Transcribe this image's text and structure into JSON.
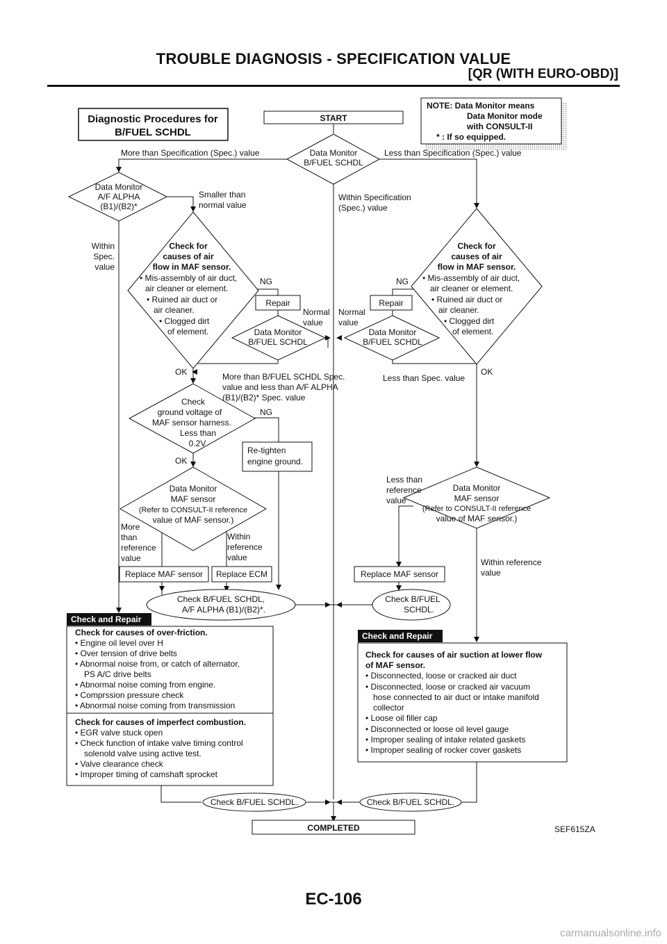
{
  "header": {
    "title": "TROUBLE DIAGNOSIS - SPECIFICATION VALUE",
    "subtitle": "[QR (WITH EURO-OBD)]"
  },
  "diagram": {
    "procedure_title": [
      "Diagnostic Procedures for",
      "B/FUEL SCHDL"
    ],
    "start": "START",
    "note": [
      "NOTE: Data Monitor means",
      "Data Monitor mode",
      "with CONSULT-II",
      "* :  If so equipped."
    ],
    "dm_bfuel_main": [
      "Data Monitor",
      "B/FUEL SCHDL"
    ],
    "more_than_spec": "More than Specification (Spec.) value",
    "less_than_spec": "Less than Specification (Spec.) value",
    "within_spec": [
      "Within Specification",
      "(Spec.) value"
    ],
    "dm_af_alpha": [
      "Data Monitor",
      "A/F ALPHA",
      "(B1)/(B2)*"
    ],
    "smaller_than_normal": [
      "Smaller than",
      "normal value"
    ],
    "within_spec_value": [
      "Within",
      "Spec.",
      "value"
    ],
    "check_air_left": [
      "Check for",
      "causes of air",
      "flow in MAF sensor.",
      "• Mis-assembly of air duct,",
      "air cleaner or element.",
      "• Ruined air duct or",
      "air cleaner.",
      "• Clogged dirt",
      "of element."
    ],
    "check_air_right": [
      "Check for",
      "causes of air",
      "flow in MAF sensor.",
      "• Mis-assembly of air duct,",
      "air cleaner or element.",
      "• Ruined air duct or",
      "air cleaner.",
      "• Clogged dirt",
      "of element."
    ],
    "ng": "NG",
    "ok": "OK",
    "repair": "Repair",
    "normal_value": [
      "Normal",
      "value"
    ],
    "dm_bfuel_left": [
      "Data Monitor",
      "B/FUEL SCHDL"
    ],
    "dm_bfuel_right": [
      "Data Monitor",
      "B/FUEL SCHDL"
    ],
    "more_than_bfuel": [
      "More than B/FUEL SCHDL Spec.",
      "value and less than A/F ALPHA",
      "(B1)/(B2)* Spec. value"
    ],
    "less_than_spec_value": "Less than Spec. value",
    "check_ground": [
      "Check",
      "ground voltage of",
      "MAF sensor harness.",
      "Less than",
      "0.2V"
    ],
    "retighten": [
      "Re-tighten",
      "engine ground."
    ],
    "dm_maf_left": [
      "Data Monitor",
      "MAF sensor",
      "(Refer to CONSULT-II reference",
      "value of MAF sensor.)"
    ],
    "dm_maf_right": [
      "Data Monitor",
      "MAF sensor",
      "(Refer to CONSULT-II reference",
      "value of MAF sensor.)"
    ],
    "more_than_reference": [
      "More",
      "than",
      "reference",
      "value"
    ],
    "within_reference_left": [
      "Within",
      "reference",
      "value"
    ],
    "less_than_reference": [
      "Less than",
      "reference",
      "value"
    ],
    "within_reference_right": [
      "Within reference",
      "value"
    ],
    "replace_maf": "Replace MAF sensor",
    "replace_ecm": "Replace ECM",
    "check_bfuel_af": [
      "Check B/FUEL SCHDL,",
      "A/F ALPHA (B1)/(B2)*."
    ],
    "check_bfuel_short": [
      "Check B/FUEL",
      "SCHDL."
    ],
    "check_and_repair": "Check and Repair",
    "overfriction": [
      "Check for causes of over-friction.",
      "• Engine oil level over H",
      "• Over tension of drive belts",
      "• Abnormal noise from, or catch of alternator,",
      "PS A/C drive belts",
      "• Abnormal noise coming from engine.",
      "• Comprssion pressure check",
      "• Abnormal noise coming from transmission"
    ],
    "imperfect_combustion": [
      "Check for causes of imperfect combustion.",
      "• EGR valve stuck open",
      "• Check function of intake valve timing control",
      "solenold valve using active test.",
      "• Valve clearance check",
      "• Improper timing of camshaft sprocket"
    ],
    "air_suction": [
      "Check for causes of air suction at lower flow",
      "of MAF sensor.",
      "• Disconnected, loose or cracked air duct",
      "• Disconnected, loose or cracked air vacuum",
      "hose connected to air duct or intake manifold",
      "collector",
      "• Loose oil filler cap",
      "• Disconnected or loose oil level gauge",
      "• Improper sealing of intake related gaskets",
      "• Improper sealing of rocker cover gaskets"
    ],
    "check_bfuel_final": "Check B/FUEL SCHDL.",
    "completed": "COMPLETED",
    "figure_code": "SEF615ZA"
  },
  "footer": {
    "page_number": "EC-106",
    "watermark": "carmanualsonline.info"
  }
}
